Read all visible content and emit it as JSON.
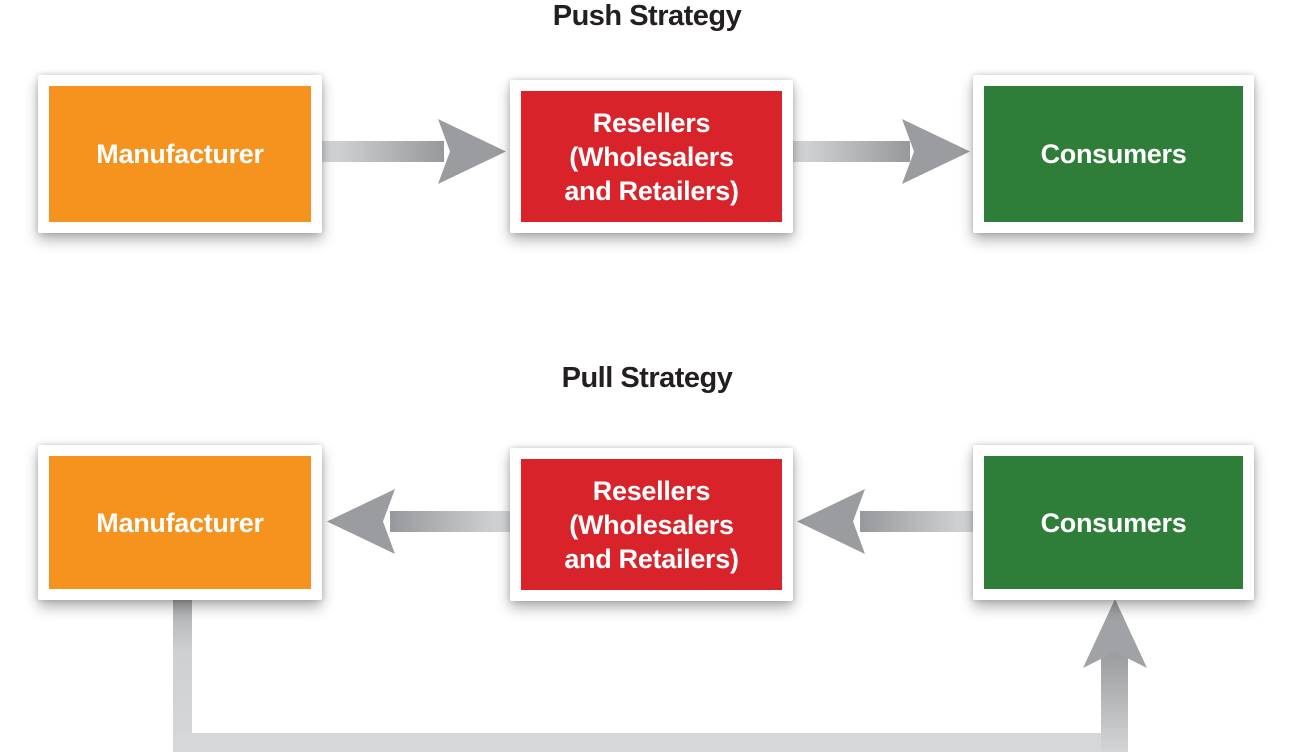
{
  "push": {
    "title": "Push Strategy",
    "manufacturer": {
      "label": "Manufacturer"
    },
    "resellers": {
      "line1": "Resellers",
      "line2": "(Wholesalers",
      "line3": "and Retailers)"
    },
    "consumers": {
      "label": "Consumers"
    },
    "arrows": [
      {
        "from": "Manufacturer",
        "to": "Resellers (Wholesalers and Retailers)",
        "direction": "right"
      },
      {
        "from": "Resellers (Wholesalers and Retailers)",
        "to": "Consumers",
        "direction": "right"
      }
    ]
  },
  "pull": {
    "title": "Pull Strategy",
    "manufacturer": {
      "label": "Manufacturer"
    },
    "resellers": {
      "line1": "Resellers",
      "line2": "(Wholesalers",
      "line3": "and Retailers)"
    },
    "consumers": {
      "label": "Consumers"
    },
    "arrows": [
      {
        "from": "Resellers (Wholesalers and Retailers)",
        "to": "Manufacturer",
        "direction": "left"
      },
      {
        "from": "Consumers",
        "to": "Resellers (Wholesalers and Retailers)",
        "direction": "left"
      },
      {
        "from": "Manufacturer",
        "to": "Consumers",
        "direction": "up",
        "routing": "down from Manufacturer, along bottom edge, up into Consumers"
      }
    ]
  },
  "colors": {
    "manufacturer_fill": "#F6921E",
    "resellers_fill": "#D8232A",
    "consumers_fill": "#2E7D38",
    "box_frame": "#FFFFFF",
    "box_text": "#FFFFFF",
    "title_text": "#231F20",
    "arrow_light_gray": "#D4D5D6",
    "arrow_dark_gray": "#909295",
    "arrow_head_gray": "#9A9C9F"
  }
}
